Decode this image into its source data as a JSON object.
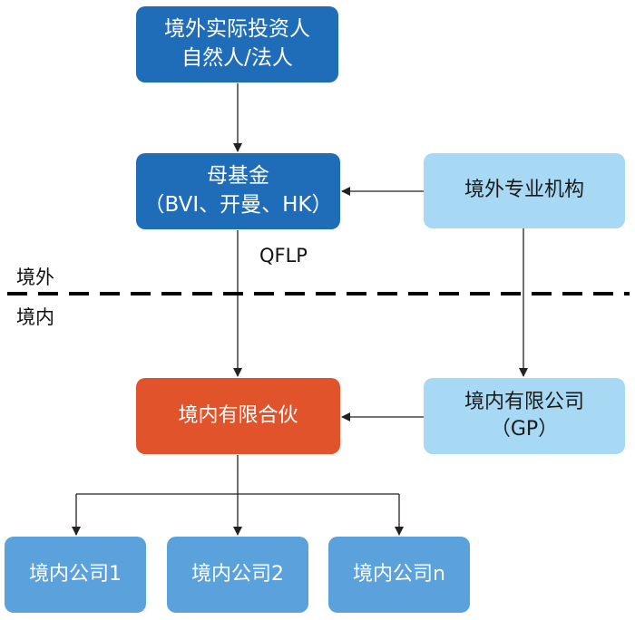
{
  "nodes": {
    "offshore_investor": {
      "line1": "境外实际投资人",
      "line2": "自然人/法人"
    },
    "parent_fund": {
      "line1": "母基金",
      "line2": "（BVI、开曼、HK）"
    },
    "offshore_institution": {
      "line1": "境外专业机构"
    },
    "domestic_lp": {
      "line1": "境内有限合伙"
    },
    "domestic_gp": {
      "line1": "境内有限公司",
      "line2": "（GP）"
    },
    "domestic_company_1": {
      "line1": "境内公司1"
    },
    "domestic_company_2": {
      "line1": "境内公司2"
    },
    "domestic_company_n": {
      "line1": "境内公司n"
    }
  },
  "labels": {
    "qflp": "QFLP",
    "offshore": "境外",
    "onshore": "境内"
  },
  "colors": {
    "dark_blue": "#1f6cb8",
    "light_blue": "#a7d9f5",
    "orange_red": "#e0532b",
    "mid_blue": "#5ba2dc",
    "line": "#222222"
  }
}
